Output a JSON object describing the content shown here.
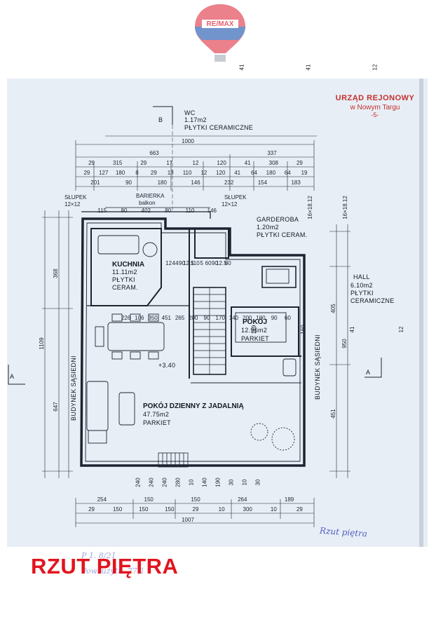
{
  "brand": {
    "logo_text": "RE/MAX",
    "logo_colors": {
      "red": "#dc1c2e",
      "blue": "#003da5"
    }
  },
  "stamp": {
    "line1": "URZĄD REJONOWY",
    "line2": "w Nowym Targu",
    "line3": "-5-"
  },
  "title": "RZUT PIĘTRA",
  "handwriting": {
    "note1": "Rzut piętra",
    "note2": "P 1. 8/21",
    "note3": "Pow. użytk. 77,1"
  },
  "rooms": {
    "wc": {
      "name": "WC",
      "area": "1.17m2",
      "finish": "PŁYTKI CERAMICZNE"
    },
    "kuchnia": {
      "name": "KUCHNIA",
      "area": "11.11m2",
      "finish1": "PŁYTKI",
      "finish2": "CERAM."
    },
    "garderoba": {
      "name": "GARDEROBA",
      "area": "1.20m2",
      "finish": "PŁYTKI CERAM."
    },
    "hall": {
      "name": "HALL",
      "area": "6.10m2",
      "finish1": "PŁYTKI",
      "finish2": "CERAMICZNE"
    },
    "pokoj": {
      "name": "POKÓJ",
      "area": "12.96m2",
      "finish": "PARKIET"
    },
    "dzienny": {
      "name": "POKÓJ DZIENNY Z JADALNIĄ",
      "area": "47.75m2",
      "finish": "PARKIET"
    }
  },
  "labels": {
    "b_marker": "B",
    "a_left": "A",
    "a_right": "A",
    "slupek_left": "SŁUPEK",
    "slupek_left_size": "12×12",
    "slupek_right": "SŁUPEK",
    "slupek_right_size": "12×12",
    "barierka": "BARIERKA",
    "balkon": "balkon",
    "budynek_left": "BUDYNEK SĄSIEDNI",
    "budynek_right": "BUDYNEK SĄSIEDNI",
    "level": "+3.40"
  },
  "dims": {
    "top_total": "1000",
    "top_a": "663",
    "top_b": "337",
    "top_row3": [
      "29",
      "315",
      "29",
      "17",
      "12",
      "120",
      "41",
      "308",
      "29"
    ],
    "top_row4": [
      "29",
      "127",
      "180",
      "8",
      "29",
      "13",
      "110",
      "12",
      "120",
      "41",
      "64",
      "180",
      "64",
      "19"
    ],
    "top_row5": [
      "201",
      "90",
      "180",
      "146",
      "232",
      "154",
      "183"
    ],
    "balkon_row": [
      "115",
      "80",
      "402",
      "80",
      "110",
      "146"
    ],
    "kitchen_inner": [
      "12",
      "44",
      "90",
      "12.5",
      "110",
      "5",
      "60",
      "90",
      "12.5",
      "80"
    ],
    "left_total": "1109",
    "left_a": "368",
    "left_b": "647",
    "left_small": [
      "41",
      "41",
      "12",
      "41"
    ],
    "right_total": "950",
    "right_a": "405",
    "right_b": "451",
    "right_small": [
      "119",
      "160",
      "41",
      "12",
      "41"
    ],
    "mid": [
      "226",
      "106",
      "350",
      "451",
      "265",
      "200",
      "90",
      "170",
      "140",
      "200",
      "100",
      "90",
      "60"
    ],
    "bottom_row1": [
      "254",
      "150",
      "150",
      "264",
      "189"
    ],
    "bottom_row2": [
      "29",
      "150",
      "150",
      "150",
      "29",
      "10",
      "300",
      "10",
      "29"
    ],
    "bottom_total": "1007",
    "bottom_vert": [
      "240",
      "240",
      "240",
      "280",
      "10",
      "140",
      "190",
      "30",
      "10",
      "30"
    ],
    "stairs": [
      "16×18.12",
      "16×18.12"
    ]
  }
}
